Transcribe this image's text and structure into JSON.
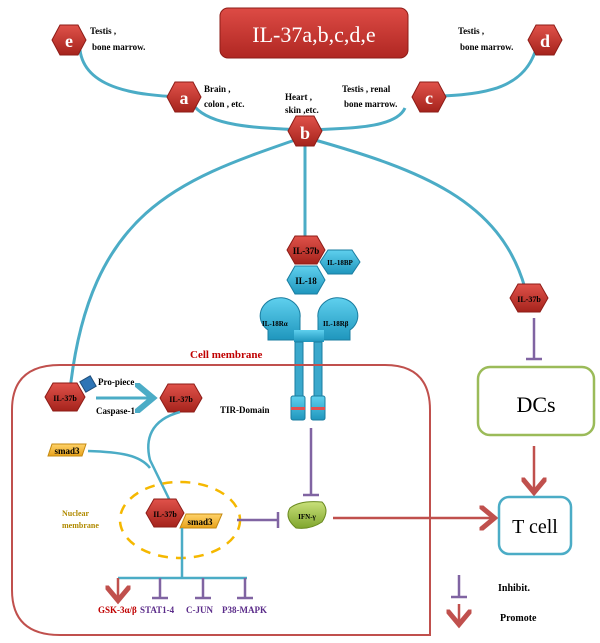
{
  "title": "IL-37a,b,c,d,e",
  "isoforms": [
    {
      "id": "e",
      "label": "e",
      "tissue_line1": "Testis ,",
      "tissue_line2": "bone marrow."
    },
    {
      "id": "a",
      "label": "a",
      "tissue_line1": "Brain ,",
      "tissue_line2": "colon , etc."
    },
    {
      "id": "b",
      "label": "b",
      "tissue_line1": "Heart ,",
      "tissue_line2": "skin ,etc."
    },
    {
      "id": "c",
      "label": "c",
      "tissue_line1": "Testis , renal",
      "tissue_line2": "bone marrow."
    },
    {
      "id": "d",
      "label": "d",
      "tissue_line1": "Testis ,",
      "tissue_line2": "bone marrow."
    }
  ],
  "complex": {
    "il37b": "IL-37b",
    "il18": "IL-18",
    "il18bp": "IL-18BP",
    "receptor_alpha": "IL-18Rα",
    "receptor_beta": "IL-18Rβ",
    "tir_domain": "TIR-Domain"
  },
  "cell": {
    "membrane_label": "Cell membrane",
    "il37b_pre": "IL-37b",
    "pro_piece": "Pro-piece",
    "caspase": "Caspase-1",
    "il37b_mature": "IL-37b",
    "smad3_free": "smad3",
    "nuclear_membrane_line1": "Nuclear",
    "nuclear_membrane_line2": "membrane",
    "il37b_nuclear": "IL-37b",
    "smad3_bound": "smad3",
    "ifn": "IFN-γ",
    "targets": [
      {
        "label": "GSK-3α/β",
        "effect": "promote",
        "color": "#c00000"
      },
      {
        "label": "STAT1-4",
        "effect": "inhibit",
        "color": "#5b2c8a"
      },
      {
        "label": "C-JUN",
        "effect": "inhibit",
        "color": "#5b2c8a"
      },
      {
        "label": "P38-MAPK",
        "effect": "inhibit",
        "color": "#5b2c8a"
      }
    ]
  },
  "external": {
    "il37b": "IL-37b",
    "dcs": "DCs",
    "tcell": "T cell"
  },
  "legend": {
    "inhibit": "Inhibit.",
    "promote": "Promote"
  },
  "colors": {
    "hex_red": "#c0392b",
    "teal_line": "#4bacc6",
    "inhibit": "#8064a2",
    "promote": "#c0504d",
    "membrane": "#c0504d",
    "nuclear": "#f5b800",
    "dcs_border": "#9bbb59",
    "tcell_border": "#4bacc6",
    "blue_shape": "#31b0d5"
  }
}
